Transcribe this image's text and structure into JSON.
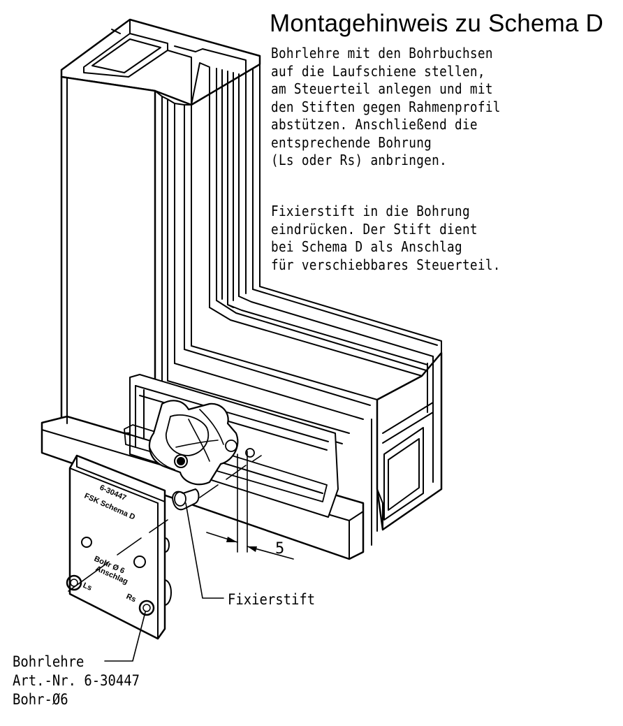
{
  "title": "Montagehinweis zu Schema D",
  "instructions": [
    "Bohrlehre mit den Bohrbuchsen\nauf die Laufschiene stellen,\nam Steuerteil anlegen und mit\nden Stiften gegen Rahmenprofil\nabstützen. Anschließend die\nentsprechende Bohrung\n(Ls oder Rs) anbringen.",
    "Fixierstift in die Bohrung\neindrücken. Der Stift dient\nbei Schema D als Anschlag\nfür verschiebbares Steuerteil."
  ],
  "labels": {
    "fixierstift": "Fixierstift",
    "dimension": "5",
    "bohrlehre_name": "Bohrlehre",
    "bohrlehre_art": "Art.-Nr. 6-30447",
    "bohrlehre_bohr": "Bohr-Ø6"
  },
  "plate_text": {
    "line1": "6-30447",
    "line2": "FSK Schema D",
    "line3": "Bohr Ø 6",
    "line4": "Anschlag",
    "ls": "Ls",
    "rs": "Rs"
  }
}
